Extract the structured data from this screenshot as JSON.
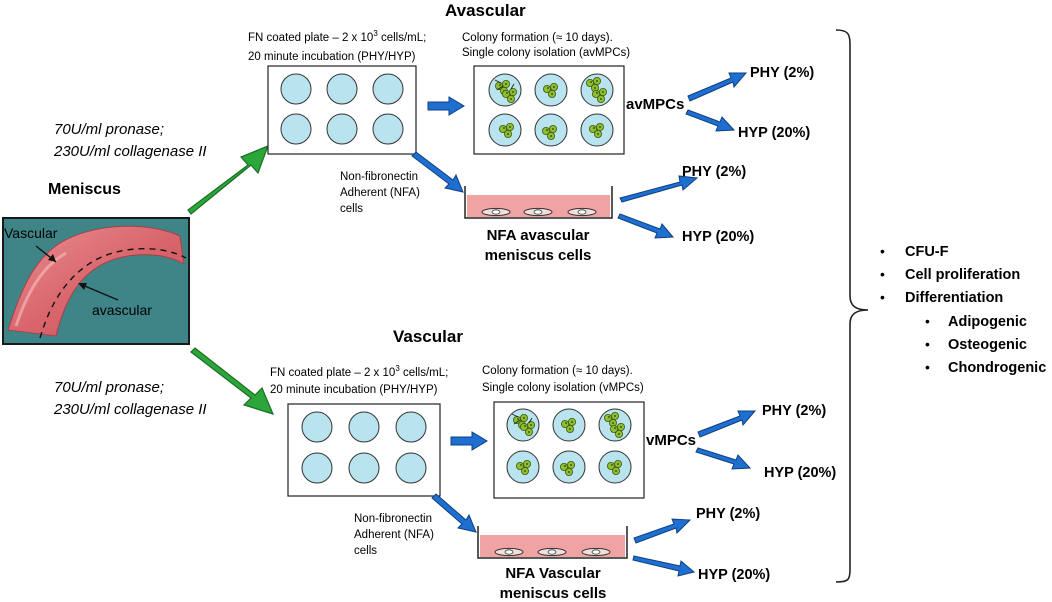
{
  "avascular": {
    "title": "Avascular",
    "enzyme_line1": "70U/ml pronase;",
    "enzyme_line2": "230U/ml collagenase II",
    "plate_line1_a": "FN coated plate – 2 x 10",
    "plate_line1_sup": "3",
    "plate_line1_b": " cells/mL;",
    "plate_line2": "20 minute incubation (PHY/HYP)",
    "colony_line1": "Colony formation (≈ 10 days).",
    "colony_line2": "Single colony isolation (avMPCs)",
    "mpc_label": "avMPCs",
    "phy": "PHY (2%)",
    "hyp": "HYP (20%)",
    "nfa_line1": "Non-fibronectin",
    "nfa_line2": "Adherent (NFA)",
    "nfa_line3": "cells",
    "nfa_phy": "PHY (2%)",
    "nfa_hyp": "HYP (20%)",
    "nfa_cells_line1": "NFA avascular",
    "nfa_cells_line2": "meniscus cells"
  },
  "vascular": {
    "title": "Vascular",
    "enzyme_line1": "70U/ml pronase;",
    "enzyme_line2": "230U/ml collagenase II",
    "plate_line1_a": "FN coated plate – 2 x 10",
    "plate_line1_sup": "3",
    "plate_line1_b": " cells/mL;",
    "plate_line2": "20 minute incubation (PHY/HYP)",
    "colony_line1": "Colony formation (≈ 10 days).",
    "colony_line2": "Single colony isolation (vMPCs)",
    "mpc_label": "vMPCs",
    "phy": "PHY (2%)",
    "hyp": "HYP (20%)",
    "nfa_line1": "Non-fibronectin",
    "nfa_line2": "Adherent (NFA)",
    "nfa_line3": "cells",
    "nfa_phy": "PHY (2%)",
    "nfa_hyp": "HYP (20%)",
    "nfa_cells_line1": "NFA Vascular",
    "nfa_cells_line2": "meniscus cells"
  },
  "meniscus": {
    "title": "Meniscus",
    "vascular_label": "Vascular",
    "avascular_label": "avascular"
  },
  "outcomes": {
    "items": [
      "CFU-F",
      "Cell proliferation",
      "Differentiation"
    ],
    "subitems": [
      "Adipogenic",
      "Osteogenic",
      "Chondrogenic"
    ]
  },
  "colors": {
    "green_arrow": "#2aa63a",
    "blue_arrow": "#1e6fd0",
    "well_fill": "#b9e3ee",
    "nfa_fill": "#f0a3a3",
    "colony": "#8fbf2f"
  }
}
